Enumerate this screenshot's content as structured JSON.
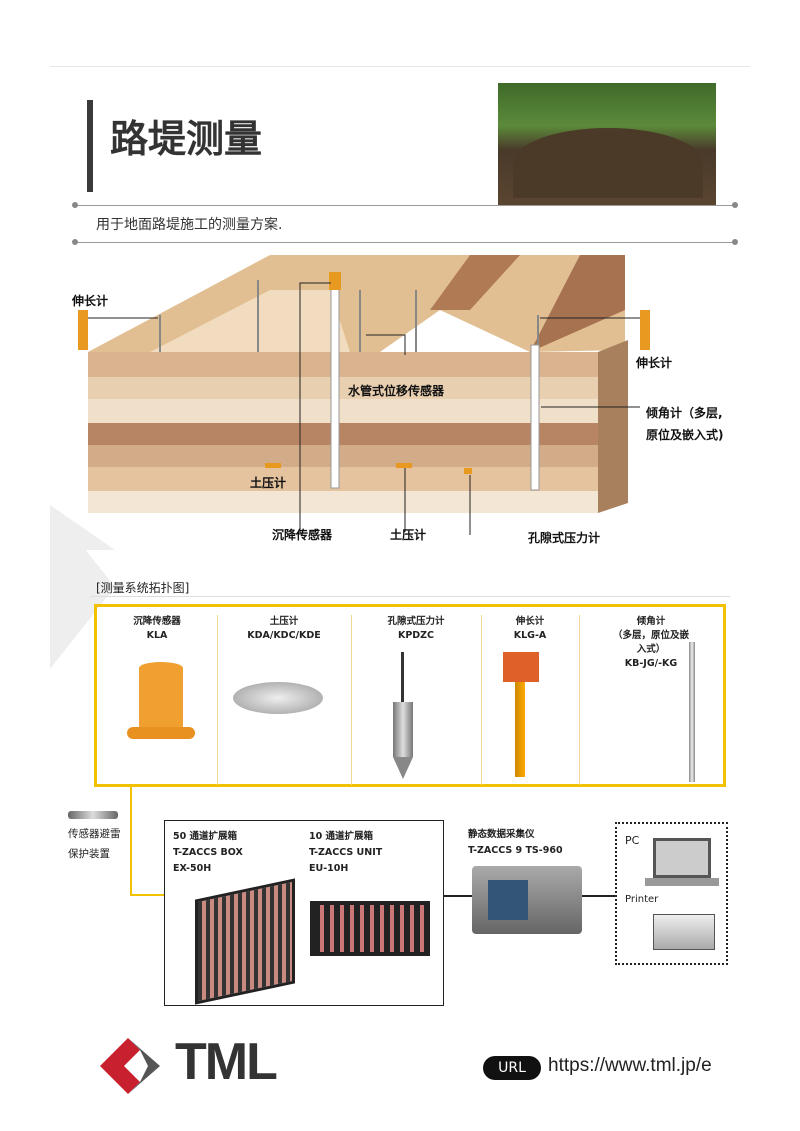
{
  "title": "路堤测量",
  "subtitle": "用于地面路堤施工的测量方案.",
  "diagram": {
    "labels": {
      "extensometer_left": "伸长计",
      "extensometer_right": "伸长计",
      "water_tube": "水管式位移传感器",
      "inclinometer": "倾角计（多层,\n原位及嵌入式)",
      "earth_pressure_left": "土压计",
      "settlement": "沉降传感器",
      "earth_pressure_bottom": "土压计",
      "pore_pressure": "孔隙式压力计"
    }
  },
  "topology": {
    "heading": "[测量系统拓扑图]",
    "sensors": [
      {
        "name": "沉降传感器",
        "model": "KLA"
      },
      {
        "name": "土压计",
        "model": "KDA/KDC/KDE"
      },
      {
        "name": "孔隙式压力计",
        "model": "KPDZC"
      },
      {
        "name": "伸长计",
        "model": "KLG-A"
      },
      {
        "name": "倾角计\n（多层，原位及嵌\n入式）",
        "model": "KB-JG/-KG"
      }
    ],
    "protector": "传感器避雷\n保护装置",
    "box50": {
      "name": "50 通道扩展箱",
      "line2": "T-ZACCS BOX",
      "line3": "EX-50H"
    },
    "box10": {
      "name": "10 通道扩展箱",
      "line2": "T-ZACCS UNIT",
      "line3": "EU-10H"
    },
    "logger": {
      "name": "静态数据采集仪",
      "line2": "T-ZACCS 9 TS-960"
    },
    "pc": "PC",
    "printer": "Printer"
  },
  "footer": {
    "logo": "TML",
    "url_badge": "URL",
    "url": "https://www.tml.jp/e"
  },
  "colors": {
    "accent": "#f2c200",
    "red": "#c8202f",
    "dark": "#3a3a3a"
  }
}
